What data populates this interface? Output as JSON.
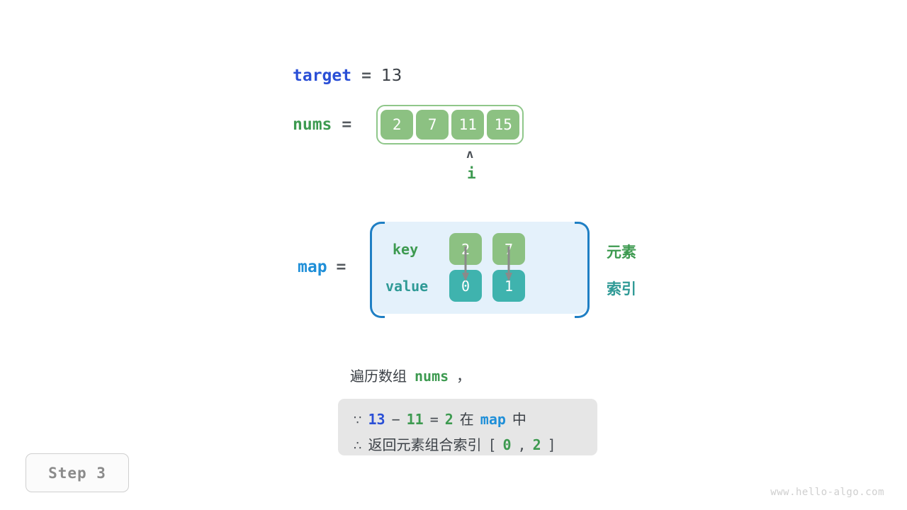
{
  "target": {
    "name": "target",
    "operator": "=",
    "value": "13"
  },
  "nums": {
    "name": "nums",
    "operator": "=",
    "cells": [
      "2",
      "7",
      "11",
      "15"
    ],
    "pointer": {
      "caret": "ʌ",
      "label": "i",
      "index": 2
    }
  },
  "map": {
    "name": "map",
    "operator": "=",
    "key_label": "key",
    "value_label": "value",
    "keys": [
      "2",
      "7"
    ],
    "values": [
      "0",
      "1"
    ],
    "legend": {
      "element": "元素",
      "index": "索引"
    }
  },
  "caption": {
    "prefix": "遍历数组",
    "keyword": "nums",
    "suffix": "，"
  },
  "info": {
    "line1": {
      "symbol": "∵",
      "a": "13",
      "minus": "−",
      "b": "11",
      "equals": "=",
      "c": "2",
      "mid": "在",
      "map": "map",
      "tail": "中"
    },
    "line2": {
      "symbol": "∴",
      "text": "返回元素组合索引",
      "bracket_open": "[",
      "i0": "0",
      "comma": ",",
      "i1": "2",
      "bracket_close": "]"
    }
  },
  "step_badge": "Step 3",
  "watermark": "www.hello-algo.com",
  "colors": {
    "blue": "#2a4fd6",
    "light_blue": "#1f8fd8",
    "green": "#3d9a50",
    "cell_green": "#8cc182",
    "teal": "#3fb3ae",
    "teal_text": "#2f9a96",
    "map_bg": "#e4f1fb",
    "map_border": "#1f7fc4",
    "info_bg": "#e6e6e6",
    "arrow_gray": "#8a8a8a",
    "text_dark": "#3b4046",
    "badge_text": "#8b8b8b",
    "watermark": "#cfcfcf"
  }
}
